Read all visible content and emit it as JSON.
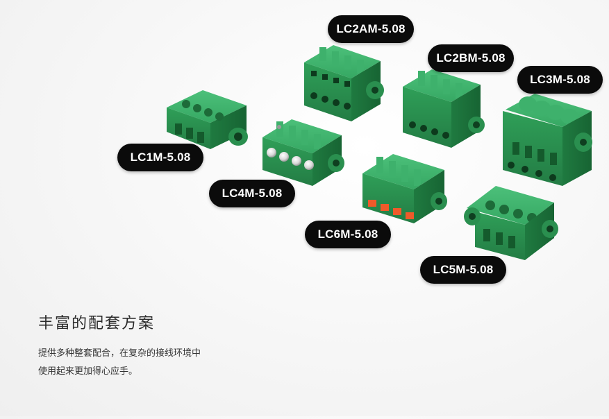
{
  "labels": {
    "lc1m": "LC1M-5.08",
    "lc2am": "LC2AM-5.08",
    "lc2bm": "LC2BM-5.08",
    "lc3m": "LC3M-5.08",
    "lc4m": "LC4M-5.08",
    "lc5m": "LC5M-5.08",
    "lc6m": "LC6M-5.08"
  },
  "heading": "丰富的配套方案",
  "description": {
    "line1": "提供多种整套配合，在复杂的接线环境中",
    "line2": "使用起来更加得心应手。"
  },
  "colors": {
    "connector_green": "#2e9a55",
    "pill_background": "#0b0b0b",
    "push_tab_orange": "#ef5a2a"
  }
}
